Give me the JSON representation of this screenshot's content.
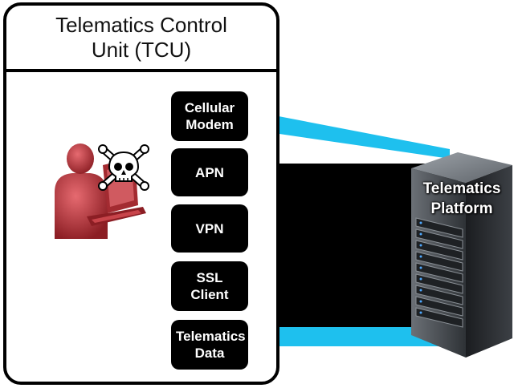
{
  "tcu": {
    "title": "Telematics Control Unit (TCU)"
  },
  "modules": [
    {
      "label": "Cellular Modem"
    },
    {
      "label": "APN"
    },
    {
      "label": "VPN"
    },
    {
      "label": "SSL Client"
    },
    {
      "label": "Telematics Data"
    }
  ],
  "platform": {
    "label": "Telematics Platform",
    "icon": "server-rack-icon"
  },
  "attacker": {
    "icon": "hacker-with-laptop-icon",
    "badge_icon": "skull-crossbones-icon"
  },
  "colors": {
    "channel_cyan": "#1ec0ee",
    "tunnel_black": "#000000",
    "attacker_red": "#c8444a",
    "module_fill": "#000000",
    "module_text": "#ffffff"
  }
}
